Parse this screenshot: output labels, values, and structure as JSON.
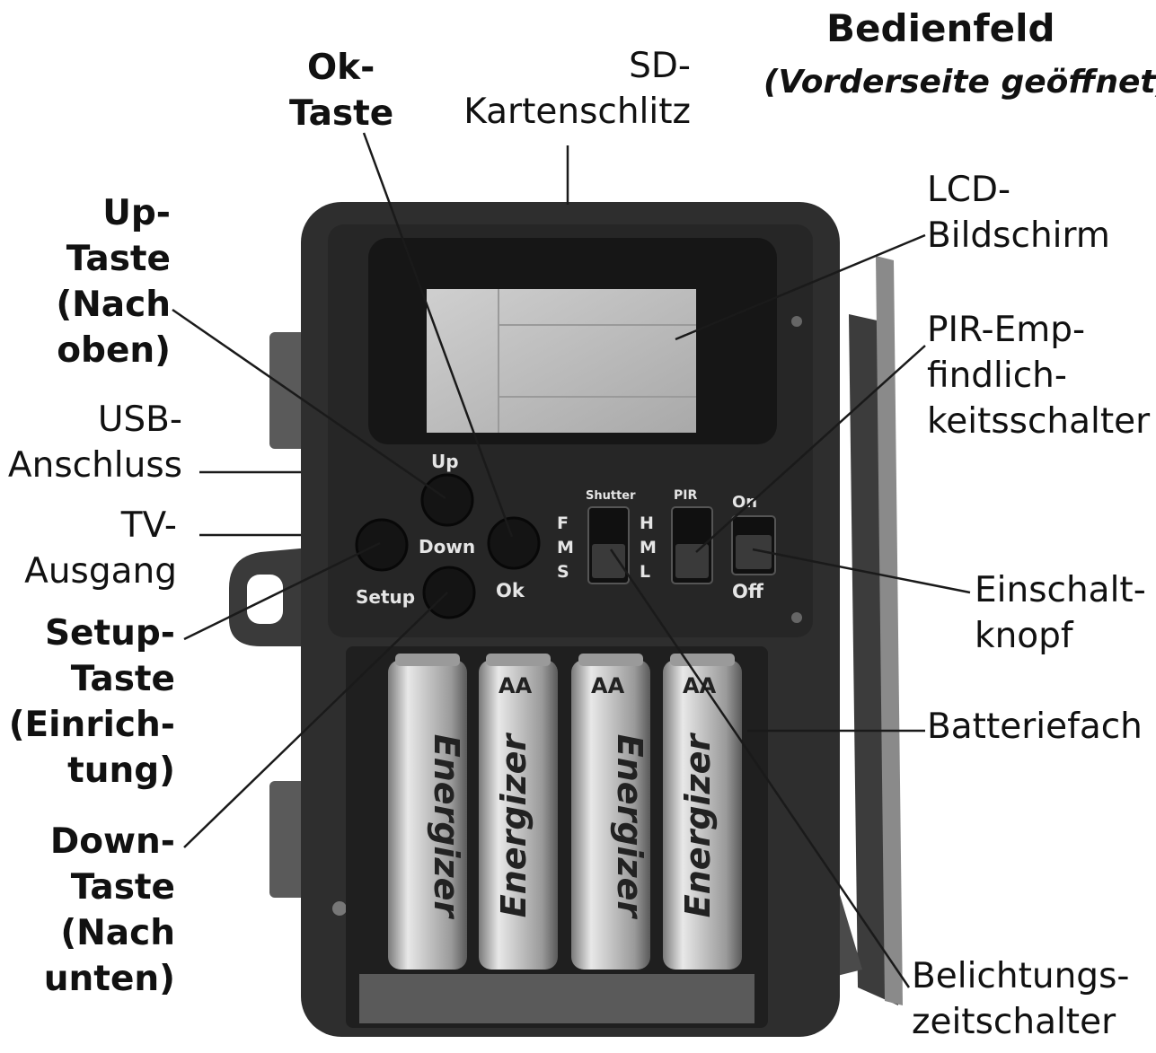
{
  "heading": {
    "title": "Bedienfeld",
    "subtitle": "(Vorderseite geöffnet)"
  },
  "callouts": {
    "ok": [
      "Ok-",
      "Taste"
    ],
    "sd": [
      "SD-",
      "Kartenschlitz"
    ],
    "up": [
      "Up-",
      "Taste",
      "(Nach",
      "oben)"
    ],
    "usb": [
      "USB-",
      "Anschluss"
    ],
    "tv": [
      "TV-",
      "Ausgang"
    ],
    "setup": [
      "Setup-",
      "Taste",
      "(Einrich-",
      "tung)"
    ],
    "down": [
      "Down-",
      "Taste",
      "(Nach",
      "unten)"
    ],
    "lcd": [
      "LCD-",
      "Bildschirm"
    ],
    "pir": [
      "PIR-Emp-",
      "findlich-",
      "keitsschalter"
    ],
    "power": [
      "Einschalt-",
      "knopf"
    ],
    "battery": [
      "Batteriefach"
    ],
    "shutter": [
      "Belichtungs-",
      "zeitschalter"
    ]
  },
  "device": {
    "button_labels": {
      "up": "Up",
      "down": "Down",
      "setup": "Setup",
      "ok": "Ok"
    },
    "switch_labels": {
      "shutter": "Shutter",
      "pir": "PIR",
      "on": "On",
      "off": "Off",
      "fms": [
        "F",
        "M",
        "S"
      ],
      "hml": [
        "H",
        "M",
        "L"
      ]
    },
    "battery_brand": "Energizer",
    "battery_size": "AA",
    "battery_count": 4
  },
  "colors": {
    "housing": "#2e2e2e",
    "panel": "#1f1f1f",
    "screen": "#b9b9b9",
    "battery": "#c9c9c9",
    "leader": "#1a1a1a"
  }
}
